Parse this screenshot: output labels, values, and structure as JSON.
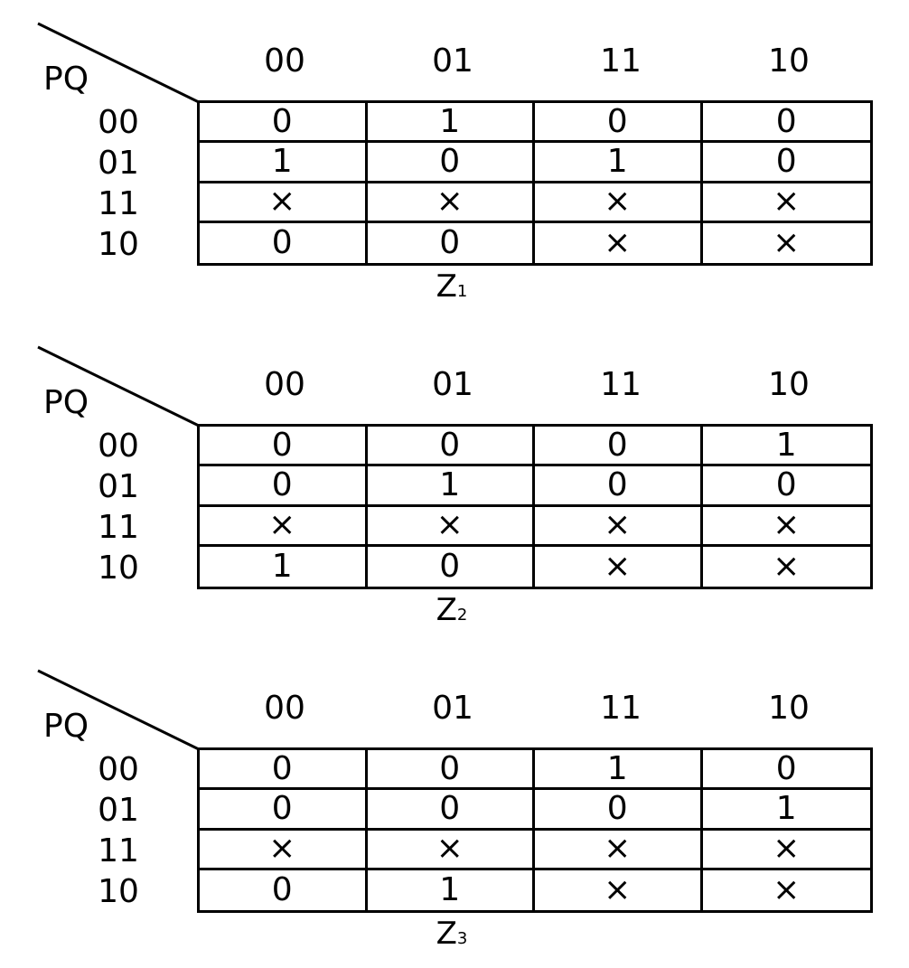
{
  "maps": [
    {
      "corner_label": "PQ",
      "columns": [
        "00",
        "01",
        "11",
        "10"
      ],
      "rows": [
        "00",
        "01",
        "11",
        "10"
      ],
      "cells": [
        [
          "0",
          "1",
          "0",
          "0"
        ],
        [
          "1",
          "0",
          "1",
          "0"
        ],
        [
          "×",
          "×",
          "×",
          "×"
        ],
        [
          "0",
          "0",
          "×",
          "×"
        ]
      ],
      "caption_main": "Z",
      "caption_sub": "1"
    },
    {
      "corner_label": "PQ",
      "columns": [
        "00",
        "01",
        "11",
        "10"
      ],
      "rows": [
        "00",
        "01",
        "11",
        "10"
      ],
      "cells": [
        [
          "0",
          "0",
          "0",
          "1"
        ],
        [
          "0",
          "1",
          "0",
          "0"
        ],
        [
          "×",
          "×",
          "×",
          "×"
        ],
        [
          "1",
          "0",
          "×",
          "×"
        ]
      ],
      "caption_main": "Z",
      "caption_sub": "2"
    },
    {
      "corner_label": "PQ",
      "columns": [
        "00",
        "01",
        "11",
        "10"
      ],
      "rows": [
        "00",
        "01",
        "11",
        "10"
      ],
      "cells": [
        [
          "0",
          "0",
          "1",
          "0"
        ],
        [
          "0",
          "0",
          "0",
          "1"
        ],
        [
          "×",
          "×",
          "×",
          "×"
        ],
        [
          "0",
          "1",
          "×",
          "×"
        ]
      ],
      "caption_main": "Z",
      "caption_sub": "3"
    }
  ]
}
